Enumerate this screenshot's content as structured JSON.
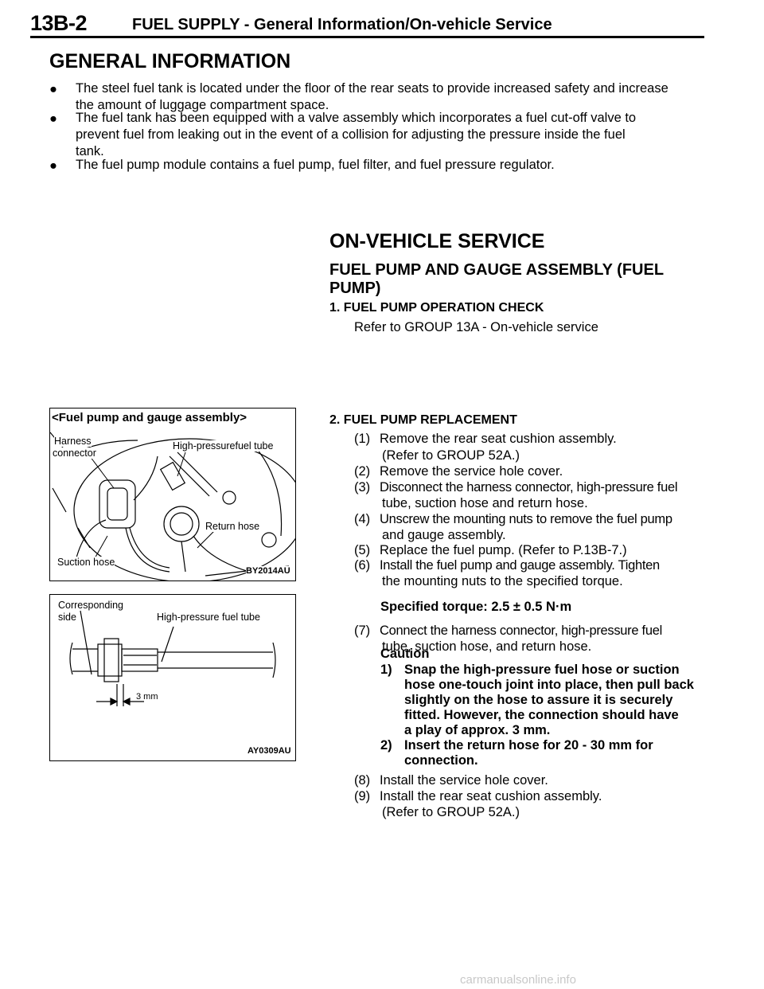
{
  "header": {
    "page_number": "13B-2",
    "title": "FUEL SUPPLY - General Information/On-vehicle Service"
  },
  "general_information": {
    "heading": "GENERAL INFORMATION",
    "bullets": [
      {
        "lines": [
          "The steel fuel tank is located under the floor of the rear seats to provide increased safety and increase",
          "the amount of luggage compartment space."
        ]
      },
      {
        "lines": [
          "The fuel tank has been equipped with a valve assembly which incorporates a fuel cut-off valve to",
          "prevent fuel from leaking out in the event of a collision for adjusting the pressure inside the fuel",
          "tank."
        ]
      },
      {
        "lines": [
          "The fuel pump module contains a fuel pump, fuel filter, and fuel pressure regulator."
        ]
      }
    ],
    "bullet_symbol": "●"
  },
  "on_vehicle_service": {
    "heading": "ON-VEHICLE SERVICE",
    "subheading": "FUEL PUMP AND GAUGE ASSEMBLY (FUEL PUMP)",
    "step1": {
      "title": "1. FUEL PUMP OPERATION CHECK",
      "text": "Refer to GROUP 13A - On-vehicle service"
    },
    "step2": {
      "title": "2. FUEL PUMP REPLACEMENT",
      "items": [
        {
          "num": "(1)",
          "lines": [
            "Remove the rear seat cushion assembly.",
            "(Refer to GROUP 52A.)"
          ]
        },
        {
          "num": "(2)",
          "lines": [
            "Remove the service hole cover."
          ]
        },
        {
          "num": "(3)",
          "lines": [
            "Disconnect the harness connector, high-pressure fuel",
            "tube, suction hose and return hose."
          ]
        },
        {
          "num": "(4)",
          "lines": [
            "Unscrew the mounting nuts to remove the fuel pump",
            "and gauge assembly."
          ]
        },
        {
          "num": "(5)",
          "lines": [
            "Replace the fuel pump. (Refer to P.13B-7.)"
          ]
        },
        {
          "num": "(6)",
          "lines": [
            "Install the fuel pump and gauge assembly. Tighten",
            "the mounting nuts to the specified torque."
          ]
        }
      ],
      "torque": "Specified torque: 2.5 ± 0.5 N·m",
      "item7": {
        "num": "(7)",
        "lines": [
          "Connect the harness connector, high-pressure fuel",
          "tube, suction hose, and return hose."
        ]
      },
      "caution": {
        "title": "Caution",
        "points": [
          {
            "num": "1)",
            "lines": [
              "Snap the high-pressure fuel hose or suction",
              "hose one-touch joint into place, then pull back",
              "slightly on the hose to assure it is securely",
              "fitted. However, the connection should have",
              "a play of approx. 3 mm."
            ]
          },
          {
            "num": "2)",
            "lines": [
              "Insert the return hose for 20 - 30 mm for",
              "connection."
            ]
          }
        ]
      },
      "items_after": [
        {
          "num": "(8)",
          "lines": [
            "Install the service hole cover."
          ]
        },
        {
          "num": "(9)",
          "lines": [
            "Install the rear seat cushion assembly.",
            "(Refer to GROUP 52A.)"
          ]
        }
      ]
    }
  },
  "figure1": {
    "caption": "<Fuel pump and gauge assembly>",
    "labels": {
      "harness": "Harness",
      "connector": "connector",
      "high_pressure": "High-pressurefuel tube",
      "return": "Return hose",
      "suction": "Suction hose"
    },
    "code": "BY2014AU"
  },
  "figure2": {
    "labels": {
      "corresponding": "Corresponding",
      "side": "side",
      "high_pressure": "High-pressure fuel tube",
      "gap": "3 mm"
    },
    "code": "AY0309AU"
  },
  "watermark": "carmanualsonline.info"
}
